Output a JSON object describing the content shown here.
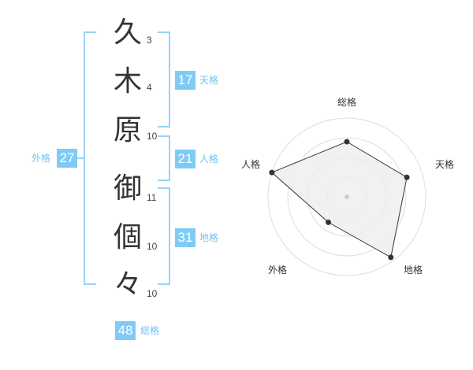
{
  "name_chars": [
    {
      "char": "久",
      "strokes": "3"
    },
    {
      "char": "木",
      "strokes": "4"
    },
    {
      "char": "原",
      "strokes": "10"
    },
    {
      "char": "御",
      "strokes": "11"
    },
    {
      "char": "個",
      "strokes": "10"
    },
    {
      "char": "々",
      "strokes": "10"
    }
  ],
  "kaku": {
    "tenkaku": {
      "value": "17",
      "label": "天格"
    },
    "jinkaku": {
      "value": "21",
      "label": "人格"
    },
    "chikaku": {
      "value": "31",
      "label": "地格"
    },
    "gaikaku": {
      "value": "27",
      "label": "外格"
    },
    "soukaku": {
      "value": "48",
      "label": "総格"
    }
  },
  "radar": {
    "axes": [
      "総格",
      "天格",
      "地格",
      "外格",
      "人格"
    ],
    "levels": 4,
    "values": [
      0.7,
      0.8,
      0.95,
      0.4,
      1.0
    ],
    "colors": {
      "fill": "#eeeeee",
      "stroke": "#333333",
      "ring": "#dddddd",
      "center": "#cccccc"
    }
  },
  "colors": {
    "bracket": "#9ad2f5",
    "box": "#7fcbf6",
    "label": "#6fc3f0"
  }
}
